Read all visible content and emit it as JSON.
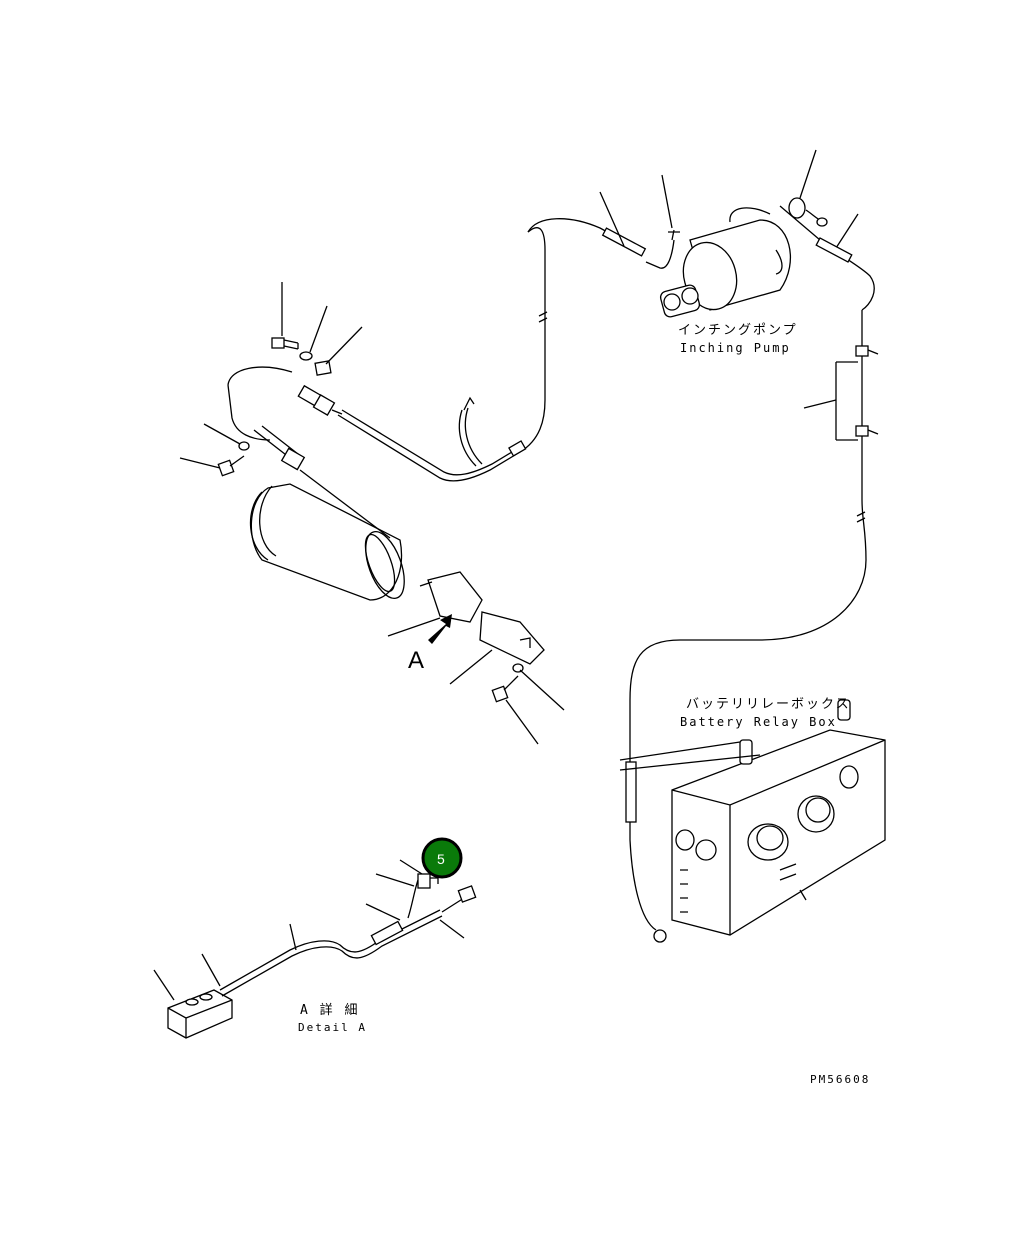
{
  "labels": {
    "inching_pump_jp": "インチングポンプ",
    "inching_pump_en": "Inching Pump",
    "battery_relay_box_jp": "バッテリリレーボックス",
    "battery_relay_box_en": "Battery Relay Box",
    "view_marker": "A",
    "detail_jp": "A 詳 細",
    "detail_en": "Detail A",
    "drawing_number": "PM56608"
  },
  "callout": {
    "number": "5",
    "color": "#0a7a0a"
  }
}
